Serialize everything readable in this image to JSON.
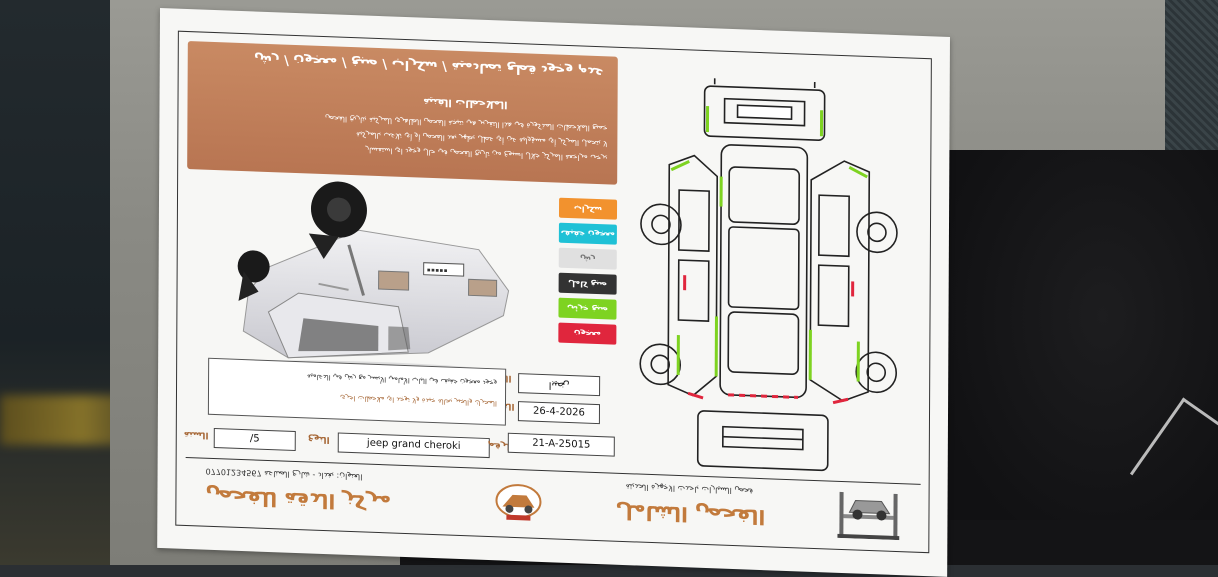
{
  "document": {
    "title": "ﻋﺪﻡ ﻭﺟﻮﺩ ﻗﻄﻊ ﺗﺼﺎﺩﻣﻴﺔ / ﺳﻜﺮﺍﺏ / ﺻﺒﻎ / ﻣﻌﺠﻮﻥ / ﺭﺵ",
    "subtitle": "ﺍﻟﻤﻼﺣﻈﺎﺕ ﺍﻟﻔﻨﻴﺔ",
    "banner_lines": [
      "ﺟﻤﻴﻊ ﺍﻟﻤﻼﺣﻈﺎﺕ ﺍﻟﻤﺬﻛﻮﺭﺓ ﻓﻲ ﻫﺬﺍ ﺍﻟﺘﻘﺮﻳﺮ ﻫﻲ ﻧﺘﻴﺠﺔ ﺍﻟﻔﺤﺺ ﺍﻟﻈﺎﻫﺮﻱ ﻟﻠﻤﺮﻛﺒﺔ ﺑﺘﺎﺭﻳﺦ ﺍﻟﻔﺤﺺ",
      "ﻻ ﻳﺘﺤﻤﻞ ﺍﻟﻤﺮﻛﺰ ﺃﻱ ﻣﺴﺆﻭﻟﻴﺔ ﻋﻦ ﺃﻱ ﻋﻄﻞ ﻳﻈﻬﺮ ﺑﻌﺪ ﺍﻟﻔﺤﺺ ﺃﻭ ﺃﻱ ﺗﻼﻋﺐ ﺑﺎﻟﻤﺮﻛﺒﺔ",
      "ﻳﺮﺟﻰ ﻣﺮﺍﺟﻌﺔ ﺍﻟﻤﺮﻛﺰ ﺧﻼﻝ ﺍﺳﺒﻮﻉ ﻣﻦ ﺗﺎﺭﻳﺦ ﺍﻟﻔﺤﺺ ﻓﻲ ﺣﺎﻝ ﻭﺟﻮﺩ ﺍﻱ ﺍﺳﺘﻔﺴﺎﺭ"
    ],
    "legend": [
      {
        "label": "ﺳﻜﺮﺍﺏ",
        "color": "#f2922e"
      },
      {
        "label": "ﻣﻌﺠﻮﻥ ﺧﻔﻴﻒ",
        "color": "#1fc1d6"
      },
      {
        "label": "ﺭﺵ",
        "color": "#e0e0e0"
      },
      {
        "label": "ﺻﺒﻎ ﻛﺎﻣﻞ",
        "color": "#333333"
      },
      {
        "label": "ﺻﺒﻎ ﺟﺰﺋﻲ",
        "color": "#7ed321"
      },
      {
        "label": "ﻣﻌﺠﻮﻥ",
        "color": "#e0263d"
      }
    ],
    "fields": {
      "colour_label": "ﺍﻟﻠﻮﻥ",
      "colour_value": "ﺍﺑﻴﺾ",
      "date_label": "ﺍﻟﺘﺎﺭﻳﺦ",
      "date_value": "26-4-2026",
      "model_label": "ﺍﻟﻨﻮﻉ",
      "model_value": "jeep grand cheroki",
      "year_label": "ﺍﻟﺴﻨﺔ",
      "year_value": "/5",
      "plate_label": "ﺍﻟﺮﻗﻢ",
      "plate_value": "21-A-25015"
    },
    "notes": [
      "ﻭﺟﻮﺩ ﻣﻌﺠﻮﻥ ﺧﻔﻴﻒ ﻓﻲ ﺍﻟﺒﺎﺏ ﺍﻷﻣﺎﻣﻲ ﺍﻷﻳﺴﺮ ﻣﻊ ﺭﺵ ﻓﻲ ﺍﻟﺪﻋﺎﻣﻴﺔ",
      "ﺍﻟﻤﺤﺮﻙ ﻭﺍﻟﺠﻴﺮ ﺑﺤﺎﻟﺔ ﺟﻴﺪﺓ ﻭﻻ ﺗﻮﺟﺪ ﺍﻱ ﻣﻼﺣﻈﺎﺕ ﺍﺧﺮﻯ"
    ],
    "company_name_left": "ﻣﺮﻛﺰ ﺍﻟﺪﻗﺔ ﻟﻠﻔﺤﺺ",
    "company_name_right": "ﺍﻟﻔﺤﺺ ﺍﻟﺸﺎﻣﻞ",
    "footer_left": "ﺍﻟﻌﻨﻮﺍﻥ: ﺑﻐﺪﺍﺩ - ﺷﺎﺭﻉ ﺍﻟﺼﻨﺎﻋﺔ 07701234567",
    "footer_right": "ﻓﺤﺺ ﺍﻟﺴﻴﺎﺭﺍﺕ ﺑﺎﺣﺪﺙ ﺍﻻﺟﻬﺰﺓ ﺍﻟﺤﺪﻳﺜﺔ"
  },
  "icons": {
    "logo": "inspection-center-logo-icon",
    "lift": "car-lift-icon",
    "diagram": "car-body-diagram-icon"
  },
  "colors": {
    "banner": "#c27f5a",
    "accent_orange": "#c27a3c",
    "diagram_green": "#7ed321",
    "diagram_red": "#e0263d"
  }
}
